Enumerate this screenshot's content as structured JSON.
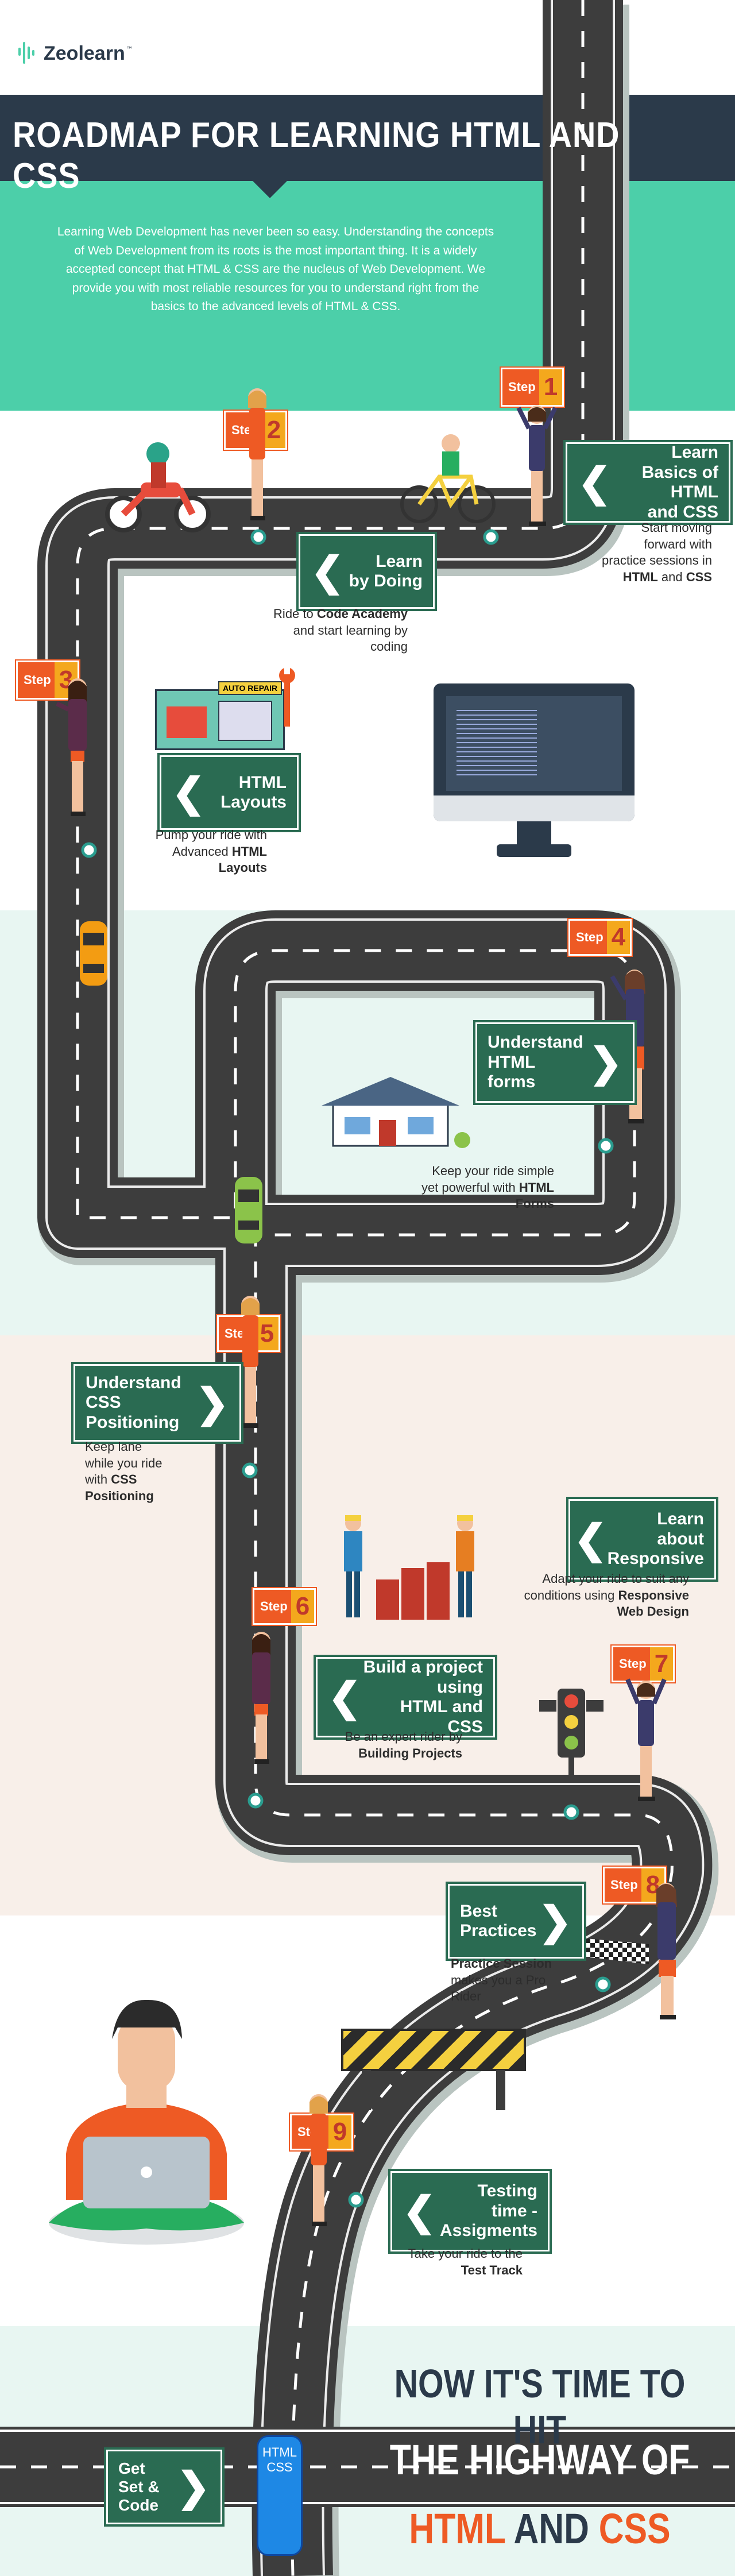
{
  "brand": {
    "name": "Zeolearn",
    "tm": "™"
  },
  "title": "ROADMAP FOR LEARNING HTML AND CSS",
  "intro": "Learning Web Development has never been so easy. Understanding the concepts of Web Development from its roots is the most important thing. It is a widely accepted concept that HTML & CSS are the nucleus of Web Development. We provide you with most reliable resources for you to understand right from the basics to the advanced levels of HTML & CSS.",
  "colors": {
    "teal": "#4ccfa9",
    "navy": "#2b3a4a",
    "sign_green": "#2a6b52",
    "orange": "#ee5a24",
    "road": "#3d3d3d"
  },
  "steps": [
    {
      "label": "Step",
      "num": "1"
    },
    {
      "label": "Step",
      "num": "2"
    },
    {
      "label": "Step",
      "num": "3"
    },
    {
      "label": "Step",
      "num": "4"
    },
    {
      "label": "Step",
      "num": "5"
    },
    {
      "label": "Step",
      "num": "6"
    },
    {
      "label": "Step",
      "num": "7"
    },
    {
      "label": "Step",
      "num": "8"
    },
    {
      "label": "Step",
      "num": "9"
    }
  ],
  "signs": {
    "basics": {
      "lines": [
        "Learn",
        "Basics of HTML",
        "and CSS"
      ],
      "caption_pre": "Start moving forward with practice sessions in ",
      "caption_b1": "HTML",
      "caption_mid": " and ",
      "caption_b2": "CSS"
    },
    "doing": {
      "lines": [
        "Learn",
        "by Doing"
      ],
      "caption_pre": "Ride to ",
      "caption_b": "Code Academy",
      "caption_post": " and start learning by coding"
    },
    "layouts": {
      "lines": [
        "HTML",
        "Layouts"
      ],
      "caption_pre": "Pump your ride with Advanced ",
      "caption_b": "HTML Layouts"
    },
    "forms": {
      "lines": [
        "Understand",
        "HTML",
        "forms"
      ],
      "caption_pre": "Keep your ride simple yet powerful with ",
      "caption_b": "HTML Forms"
    },
    "positioning": {
      "lines": [
        "Understand",
        "CSS",
        "Positioning"
      ],
      "caption_pre": "Keep lane while you ride with ",
      "caption_b": "CSS Positioning"
    },
    "responsive": {
      "lines": [
        "Learn",
        "about",
        "Responsive"
      ],
      "caption_pre": "Adapt your ride to suit any conditions using ",
      "caption_b": "Responsive Web Design"
    },
    "project": {
      "lines": [
        "Build a project",
        "using",
        "HTML and CSS"
      ],
      "caption_pre": "Be an expert rider by ",
      "caption_b": "Building Projects"
    },
    "practices": {
      "lines": [
        "Best",
        "Practices"
      ],
      "caption_b": "Practice Session",
      "caption_post": " makes you a Pro Rider"
    },
    "testing": {
      "lines": [
        "Testing",
        "time -",
        "Assigments"
      ],
      "caption_pre": "Take your ride to the ",
      "caption_b": "Test Track"
    },
    "getset": {
      "lines": [
        "Get",
        "Set &",
        "Code"
      ]
    }
  },
  "auto_repair": "AUTO REPAIR",
  "car_label": [
    "HTML",
    "CSS"
  ],
  "finale": {
    "line1": "NOW IT'S TIME TO HIT",
    "line2": "THE HIGHWAY OF",
    "line3a": "HTML",
    "line3b": " AND ",
    "line3c": "CSS"
  }
}
